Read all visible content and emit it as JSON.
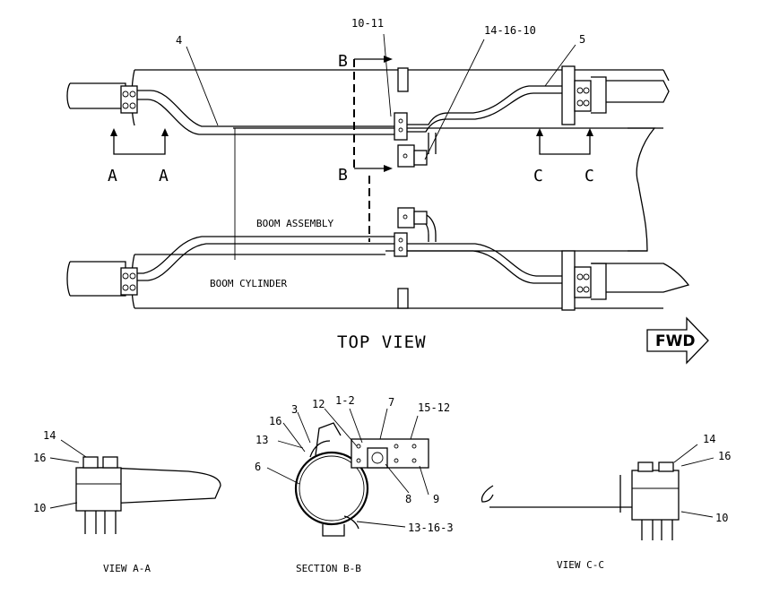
{
  "top_view": {
    "title": "TOP VIEW",
    "boom_assembly_label": "BOOM ASSEMBLY",
    "boom_cylinder_label": "BOOM CYLINDER",
    "fwd_label": "FWD",
    "callouts": {
      "c4": "4",
      "c10_11": "10-11",
      "c14_16_10": "14-16-10",
      "c5": "5"
    },
    "section_markers": {
      "a_left": "A",
      "a_right": "A",
      "b_top": "B",
      "b_bottom": "B",
      "c_left": "C",
      "c_right": "C"
    }
  },
  "view_aa": {
    "caption": "VIEW A-A",
    "callouts": {
      "c14": "14",
      "c16": "16",
      "c10": "10"
    }
  },
  "section_bb": {
    "caption": "SECTION B-B",
    "callouts": {
      "c16": "16",
      "c3": "3",
      "c12": "12",
      "c1_2": "1-2",
      "c7": "7",
      "c15_12": "15-12",
      "c13": "13",
      "c6": "6",
      "c8": "8",
      "c9": "9",
      "c13_16_3": "13-16-3"
    }
  },
  "view_cc": {
    "caption": "VIEW C-C",
    "callouts": {
      "c14": "14",
      "c16": "16",
      "c10": "10"
    }
  }
}
